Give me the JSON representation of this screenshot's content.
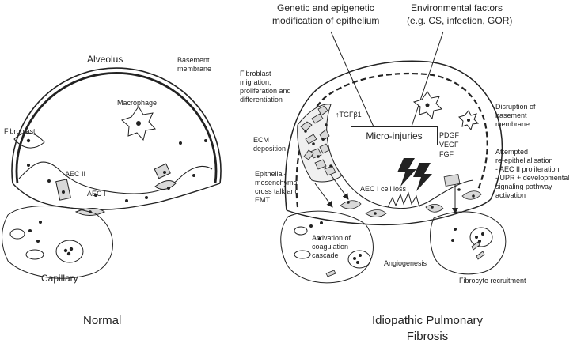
{
  "normal": {
    "title": "Normal",
    "alveolus": "Alveolus",
    "basement_membrane": [
      "Basement",
      "membrane"
    ],
    "macrophage": "Macrophage",
    "fibroblast": "Fibroblast",
    "aec2": "AEC II",
    "aec1": "AEC I",
    "capillary": "Capillary"
  },
  "ipf": {
    "title": [
      "Idiopathic Pulmonary",
      "Fibrosis"
    ],
    "genetic": [
      "Genetic and epigenetic",
      "modification of epithelium"
    ],
    "environmental": [
      "Environmental factors",
      "(e.g. CS, infection, GOR)"
    ],
    "fibroblast_migration": [
      "Fibroblast",
      "migration,",
      "proliferation and",
      "differentiation"
    ],
    "tgf": "↑TGFβ1",
    "micro_injuries": "Micro-injuries",
    "growth_factors": [
      "PDGF",
      "VEGF",
      "FGF"
    ],
    "disruption": [
      "Disruption of",
      "basement",
      "membrane"
    ],
    "ecm": [
      "ECM",
      "deposition"
    ],
    "emt": [
      "Epithelial-",
      "mesenchymal",
      "cross talk and",
      "EMT"
    ],
    "aec1_loss": "AEC I cell loss",
    "reepithelialisation": [
      "Attempted",
      "re-epithelialisation",
      "- AEC II proliferation",
      "- UPR  + developmental",
      "  signaling pathway",
      "  activation"
    ],
    "coagulation": [
      "Activation of",
      "coagulation",
      "cascade"
    ],
    "angiogenesis": "Angiogenesis",
    "fibrocyte": "Fibrocyte recruitment"
  },
  "colors": {
    "line": "#222222",
    "cell_fill": "#d9d9d9",
    "background": "#ffffff"
  }
}
